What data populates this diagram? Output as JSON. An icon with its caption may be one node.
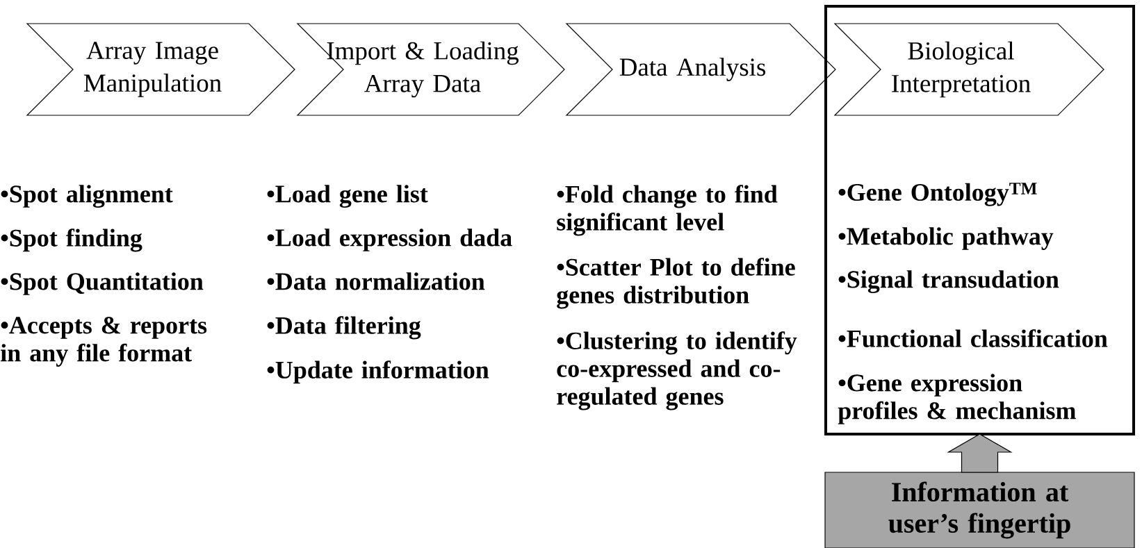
{
  "diagram": {
    "nodes": [
      {
        "text": [
          "Array Image Manipulation"
        ]
      },
      {
        "text": [
          "Import & Loading Array Data"
        ]
      },
      {
        "text": [
          "Data Analysis"
        ]
      },
      {
        "text": [
          "•Gene Ontology$^{TM}$",
          "•Metabolic pathway",
          "•Signal transudation",
          "•Functional classification",
          "•Gene expression profiles & mechanism"
        ]
      },
      {
        "text": [
          "Biological Interpretation"
        ],
        "in": 3
      },
      {
        "text": [
          "Information at user’s fingertip"
        ]
      }
    ],
    "edges": [
      {
        "from": 5,
        "to": 3,
        "arrow": "to"
      }
    ],
    "labels": [
      "•Spot alignment",
      "•Spot finding",
      "•Spot Quantitation",
      "•Accepts & reports in any file format",
      "•Load gene list",
      "•Load expression dada",
      "•Data normalization",
      "•Data filtering",
      "•Update information",
      "•Fold change to find significant level",
      "•Scatter Plot to define genes distribution",
      "•Clustering to identify co-expressed and co-regulated genes"
    ]
  }
}
